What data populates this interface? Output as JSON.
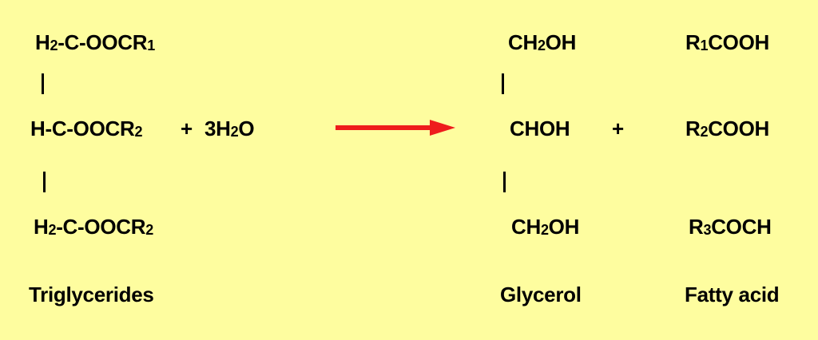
{
  "reactants": {
    "line1": {
      "a": "H",
      "s1": "2",
      "b": "-C-OOCR",
      "s2": "1"
    },
    "line2": {
      "a": "H-C-OOCR",
      "s1": "2"
    },
    "line3": {
      "a": "H",
      "s1": "2",
      "b": "-C-OOCR",
      "s2": "2"
    },
    "plus": "+",
    "water": {
      "a": "3H",
      "s1": "2",
      "b": "O"
    },
    "label": "Triglycerides"
  },
  "arrow": {
    "color": "#ee1c1c"
  },
  "glycerol": {
    "line1": {
      "a": "CH",
      "s1": "2",
      "b": "OH"
    },
    "line2": "CHOH",
    "line3": {
      "a": "CH",
      "s1": "2",
      "b": "OH"
    },
    "label": "Glycerol"
  },
  "plus2": "+",
  "fatty_acids": {
    "line1": {
      "a": "R",
      "s1": "1",
      "b": "COOH"
    },
    "line2": {
      "a": "R",
      "s1": "2",
      "b": "COOH"
    },
    "line3": {
      "a": "R",
      "s1": "3",
      "b": "COCH"
    },
    "label": "Fatty acid"
  }
}
